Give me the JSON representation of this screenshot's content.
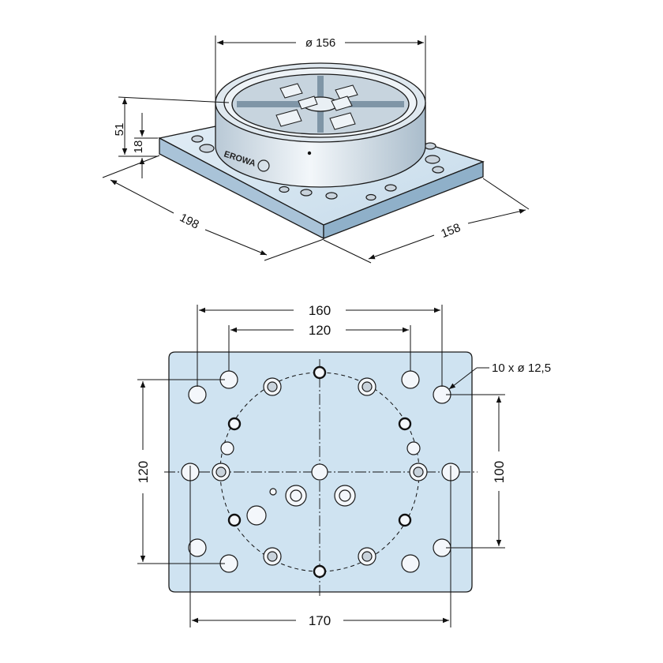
{
  "iso_view": {
    "dim_diameter": "ø 156",
    "dim_height_total": "51",
    "dim_height_base": "18",
    "dim_length": "198",
    "dim_width": "158",
    "brand_label": "EROWA"
  },
  "top_view": {
    "dim_outer_holes": "160",
    "dim_inner_holes": "120",
    "dim_left_vertical": "120",
    "dim_right_vertical": "100",
    "dim_bottom": "170",
    "hole_callout": "10 x ø 12,5"
  },
  "colors": {
    "plate": "#cfe3f1",
    "plate_shade": "#a8c2d6",
    "chuck_body": "#e4edf4",
    "line": "#1a1a1a"
  }
}
